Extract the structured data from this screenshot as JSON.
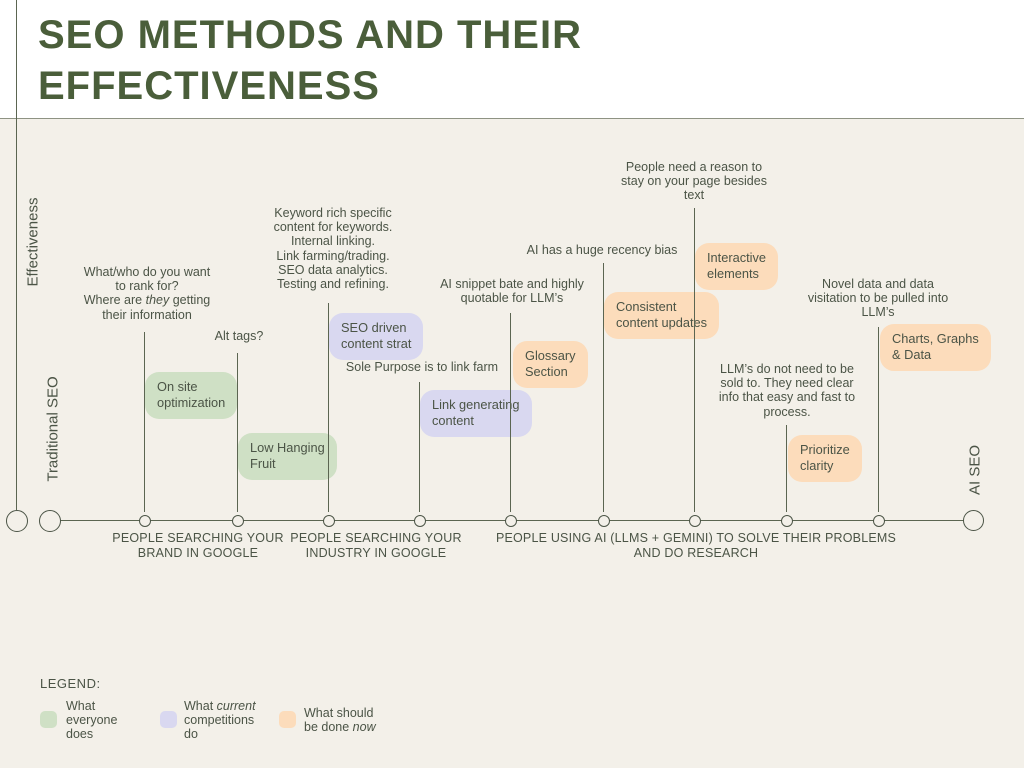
{
  "header": {
    "title": "SEO METHODS AND THEIR<br>EFFECTIVENESS"
  },
  "axes": {
    "y_label": "Effectiveness",
    "left_label": "Traditional SEO",
    "right_label": "AI SEO"
  },
  "segments": [
    {
      "label": "PEOPLE SEARCHING YOUR<br>BRAND IN GOOGLE"
    },
    {
      "label": "PEOPLE SEARCHING YOUR<br>INDUSTRY IN GOOGLE"
    },
    {
      "label": "PEOPLE USING AI (LLMS + GEMINI) TO SOLVE THEIR PROBLEMS<br>AND DO RESEARCH"
    }
  ],
  "milestones": [
    {
      "annotation": "What/who do you want<br>to rank for?<br>Where are <i>they</i> getting<br>their information",
      "box": "On site<br>optimization",
      "category": "what-everyone-does"
    },
    {
      "annotation": "Alt tags?",
      "box": "Low Hanging<br>Fruit",
      "category": "what-everyone-does"
    },
    {
      "annotation": "Keyword rich specific<br>content for keywords.<br>Internal linking.<br>Link farming/trading.<br>SEO data analytics.<br>Testing and refining.",
      "box": "SEO driven<br>content strat",
      "category": "what-current-competitions-do"
    },
    {
      "annotation": "Sole Purpose is to link farm",
      "box": "Link generating<br>content",
      "category": "what-current-competitions-do"
    },
    {
      "annotation": "AI snippet bate and highly<br>quotable for LLM’s",
      "box": "Glossary<br>Section",
      "category": "what-should-be-done-now"
    },
    {
      "annotation": "AI has a huge recency bias",
      "box": "Consistent<br>content updates",
      "category": "what-should-be-done-now"
    },
    {
      "annotation": "People need a reason to<br>stay on your page besides<br>text",
      "box": "Interactive<br>elements",
      "category": "what-should-be-done-now"
    },
    {
      "annotation": "LLM’s do not need to be<br>sold to. They need clear<br>info that easy and fast to<br>process.",
      "box": "Prioritize<br>clarity",
      "category": "what-should-be-done-now"
    },
    {
      "annotation": "Novel data and data<br>visitation to be pulled into<br>LLM’s",
      "box": "Charts, Graphs<br>& Data",
      "category": "what-should-be-done-now"
    }
  ],
  "legend": {
    "title": "LEGEND:",
    "items": [
      {
        "label": "What<br>everyone<br>does",
        "color": "#cfe0c5"
      },
      {
        "label": "What <i>current</i><br>competitions<br>do",
        "color": "#d9d8f0"
      },
      {
        "label": "What should<br>be done <i>now</i>",
        "color": "#fcdcbb"
      }
    ]
  },
  "colors": {
    "background": "#f3f0e9",
    "header_background": "#ffffff",
    "title_green": "#4a5e3a",
    "line": "#5b6551",
    "text": "#4b5446",
    "green_box": "#cfe0c5",
    "purple_box": "#d9d8f0",
    "orange_box": "#fcdcbb"
  }
}
